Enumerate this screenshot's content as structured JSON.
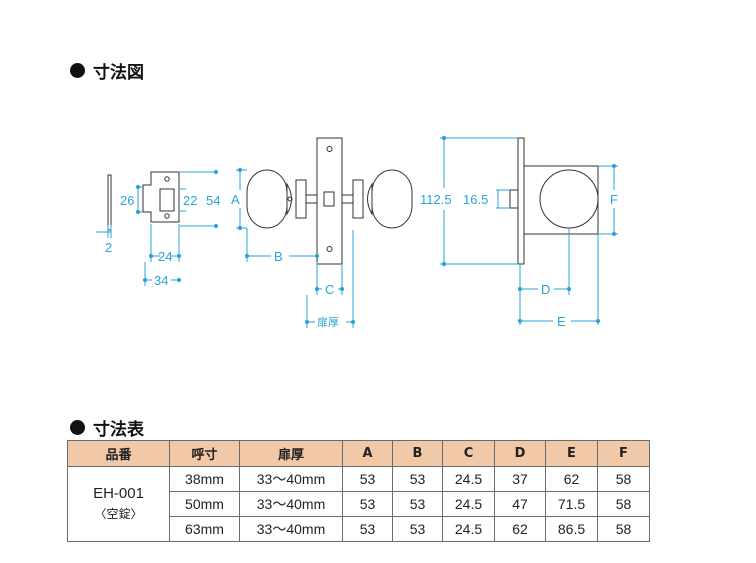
{
  "section_dimension_drawing": {
    "title": "寸法図"
  },
  "section_dimension_table": {
    "title": "寸法表"
  },
  "drawing_labels": {
    "latch_thickness": "2",
    "latch_plate_26": "26",
    "latch_plate_22": "22",
    "latch_plate_54": "54",
    "latch_width_24": "24",
    "latch_length_34": "34",
    "dim_a": "A",
    "dim_b": "B",
    "dim_c": "C",
    "door_thickness": "扉厚",
    "rose_height": "112.5",
    "spindle_16_5": "16.5",
    "dim_d": "D",
    "dim_e": "E",
    "dim_f": "F"
  },
  "table": {
    "headers": [
      "品番",
      "呼寸",
      "扉厚",
      "A",
      "B",
      "C",
      "D",
      "E",
      "F"
    ],
    "model": "EH-001",
    "model_sub": "〈空錠〉",
    "rows": [
      [
        "38mm",
        "33～40mm",
        "53",
        "53",
        "24.5",
        "37",
        "62",
        "58"
      ],
      [
        "50mm",
        "33～40mm",
        "53",
        "53",
        "24.5",
        "47",
        "71.5",
        "58"
      ],
      [
        "63mm",
        "33～40mm",
        "53",
        "53",
        "24.5",
        "62",
        "86.5",
        "58"
      ]
    ]
  },
  "colors": {
    "dimension": "#2aa3d8",
    "table_header": "#f2c9a8",
    "line": "#333333"
  }
}
